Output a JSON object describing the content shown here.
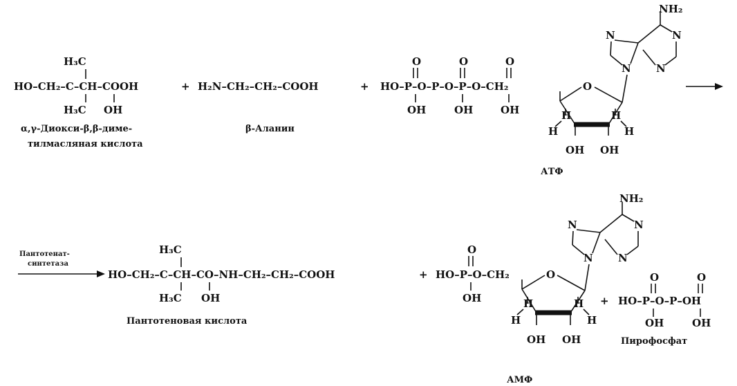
{
  "reaction1": {
    "acid": {
      "top": "H₃C",
      "chain": "HO–CH₂–C–CH–COOH",
      "bottom_left": "H₃C",
      "bottom_right": "OH",
      "name_line1": "α,γ-Диокси-β,β-диме-",
      "name_line2": "тилмасляная кислота"
    },
    "plus1": "+",
    "alanine": {
      "formula": "H₂N–CH₂–CH₂–COOH",
      "name": "β-Аланин"
    },
    "plus2": "+",
    "atp": {
      "phosphate_O": "O",
      "chain": "HO–P–O–P–O–P–O–CH₂",
      "oh": "OH",
      "ring_O": "O",
      "H": "H",
      "ring_OH": "OH",
      "nh2": "NH₂",
      "N": "N",
      "name": "АТФ"
    },
    "arrow": "→"
  },
  "reaction2": {
    "enzyme_line1": "Пантотенат-",
    "enzyme_line2": "синтетаза",
    "pantothenate": {
      "top": "H₃C",
      "chain": "HO–CH₂–C–CH–CO–NH–CH₂–CH₂–COOH",
      "bottom_left": "H₃C",
      "bottom_right": "OH",
      "name": "Пантотеновая кислота"
    },
    "plus1": "+",
    "amp": {
      "phosphate_O": "O",
      "chain": "HO–P–O–CH₂",
      "oh": "OH",
      "ring_O": "O",
      "H": "H",
      "ring_OH": "OH",
      "nh2": "NH₂",
      "N": "N",
      "name": "АМФ"
    },
    "plus2": "+",
    "pyrophosphate": {
      "phosphate_O": "O",
      "chain": "HO–P–O–P–OH",
      "oh": "OH",
      "name": "Пирофосфат"
    }
  }
}
